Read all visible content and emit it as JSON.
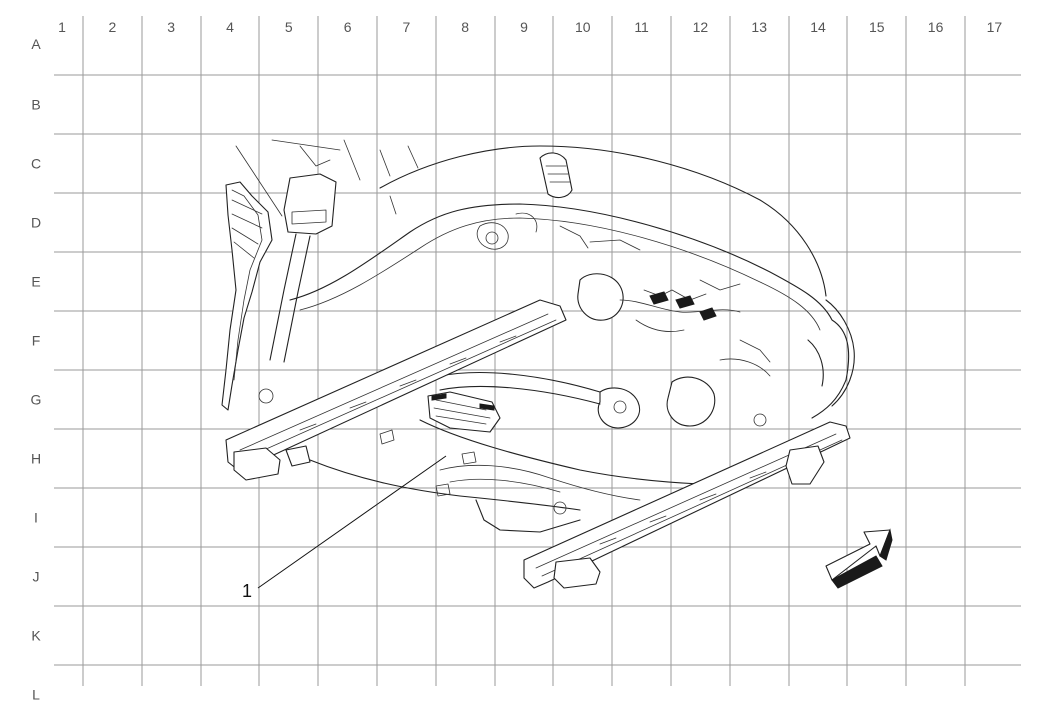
{
  "grid": {
    "columns": [
      "1",
      "2",
      "3",
      "4",
      "5",
      "6",
      "7",
      "8",
      "9",
      "10",
      "11",
      "12",
      "13",
      "14",
      "15",
      "16",
      "17"
    ],
    "rows": [
      "A",
      "B",
      "C",
      "D",
      "E",
      "F",
      "G",
      "H",
      "I",
      "J",
      "K",
      "L"
    ]
  },
  "callouts": [
    {
      "label": "1"
    }
  ],
  "colors": {
    "grid": "#9a9a9a",
    "ink": "#222222",
    "label": "#555555"
  }
}
